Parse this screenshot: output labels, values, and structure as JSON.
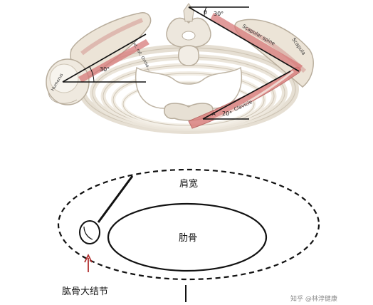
{
  "anatomy": {
    "angle_top": "30°",
    "label_theta": "θ",
    "angle_left": "30°",
    "angle_lower": "20°",
    "label_alpha": "A",
    "scapular_spine": "Scapular spine",
    "scapula": "Scapula",
    "clavicle": "Clavicle",
    "humerus": "Humerus",
    "ext_label": "Ext. rot. Ortho..."
  },
  "diagram": {
    "shoulder_width_label": "肩宽",
    "rib_label": "肋骨",
    "greater_tubercle_label": "肱骨大结节",
    "watermark": "知乎 @林淳健康"
  },
  "colors": {
    "bone": "#ece6dc",
    "bone_dark": "#c9bfb0",
    "muscle": "#d77a7a",
    "line": "#111111"
  }
}
